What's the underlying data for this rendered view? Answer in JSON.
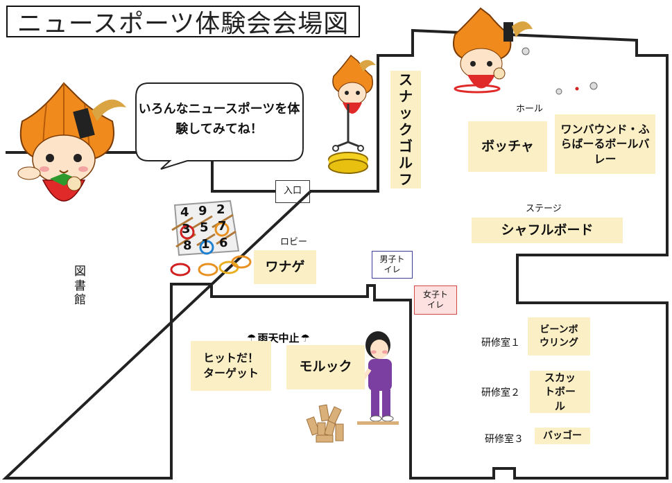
{
  "title": "ニュースポーツ体験会会場図",
  "speech_bubble": "いろんなニュースポーツを体験してみてね！",
  "rooms": {
    "library": "図書館",
    "lobby": "ロビー",
    "hall": "ホール",
    "stage": "ステージ",
    "training1": "研修室１",
    "training2": "研修室２",
    "training3": "研修室３"
  },
  "entrance": "入口",
  "toilets": {
    "mens": "男子トイレ",
    "womens": "女子トイレ"
  },
  "rain_notice": "雨天中止",
  "sports": {
    "snack_golf": "スナックゴルフ",
    "bocce": "ボッチャ",
    "one_bound": "ワンバウンド・ふらばーるボールバレー",
    "shuffleboard": "シャフルボード",
    "wanage": "ワナゲ",
    "hit_target": "ヒットだ！ターゲット",
    "molkky": "モルック",
    "bean_bowling": "ビーンボウリング",
    "scat_ball": "スカットボール",
    "bagoo": "バッゴー"
  },
  "ring_toss_board_numbers": [
    "4",
    "9",
    "2",
    "3",
    "5",
    "7",
    "8",
    "1",
    "6"
  ],
  "colors": {
    "zone_fill": "#fbefc6",
    "wall": "#222222",
    "mens_toilet_border": "#3a3a9a",
    "womens_toilet_fill": "#fde0e0",
    "womens_toilet_border": "#d04848",
    "mascot_onion": "#f08a1c",
    "mascot_strawberry": "#e02a2a"
  }
}
